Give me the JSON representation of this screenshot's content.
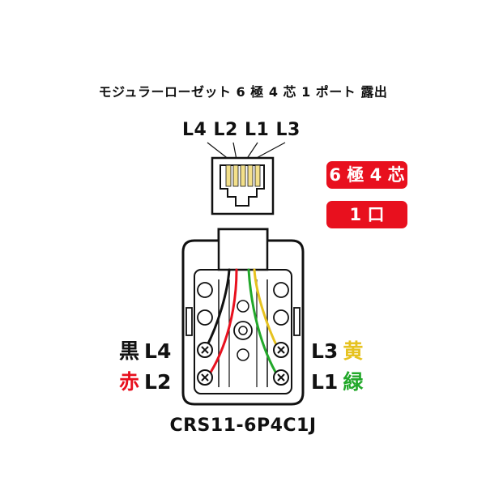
{
  "title": "モジュラーローゼット 6 極 4 芯 1 ポート 露出",
  "pin_labels": "L4 L2 L1 L3",
  "badges": {
    "spec": "6 極 4 芯",
    "ports": "1 口"
  },
  "wire_labels": {
    "black": {
      "color_name": "黒",
      "line": "L4"
    },
    "red": {
      "color_name": "赤",
      "line": "L2"
    },
    "yellow": {
      "line": "L3",
      "color_name": "黄"
    },
    "green": {
      "line": "L1",
      "color_name": "緑"
    }
  },
  "model": "CRS11-6P4C1J",
  "colors": {
    "red": "#e8101e",
    "yellow": "#e6c21f",
    "green": "#22a82a",
    "black": "#111111"
  }
}
